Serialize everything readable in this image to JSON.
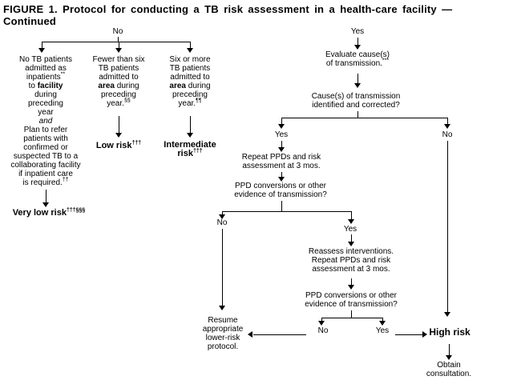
{
  "colors": {
    "ink": "#000000",
    "paper": "#ffffff"
  },
  "title": {
    "line1": "FIGURE 1. Protocol for conducting a TB risk assessment in a health-care facility —",
    "line2": "Continued"
  },
  "branch_labels": {
    "no": "No",
    "yes": "Yes"
  },
  "nodes": {
    "very_low_criteria": {
      "l1": "No TB patients",
      "l2": "admitted as",
      "l3_text": "inpatients",
      "l3_sup": "**",
      "l4_pre": "to",
      "l4_bold": "facility",
      "l5": "during",
      "l6": "preceding",
      "l7": "year",
      "l8_italic": "and",
      "l9": "Plan to refer",
      "l10": "patients with",
      "l11": "confirmed or",
      "l12": "suspected TB to a",
      "l13": "collaborating facility",
      "l14": "if inpatient care",
      "l15_text": "is required.",
      "l15_sup": "††"
    },
    "very_low_result": {
      "label": "Very low risk",
      "sup": "†††§§§"
    },
    "low_criteria": {
      "l1": "Fewer than six",
      "l2": "TB patients",
      "l3": "admitted to",
      "l4_bold": "area",
      "l4_rest": "during",
      "l5": "preceding",
      "l6_text": "year.",
      "l6_sup": "§§"
    },
    "low_result": {
      "label": "Low risk",
      "sup": "†††"
    },
    "intermediate_criteria": {
      "l1": "Six or more",
      "l2": "TB patients",
      "l3": "admitted to",
      "l4_bold": "area",
      "l4_rest": "during",
      "l5": "preceding",
      "l6_text": "year.",
      "l6_sup": "¶¶"
    },
    "intermediate_result": {
      "line1": "Intermediate",
      "line2_text": "risk",
      "sup": "†††"
    },
    "evaluate_causes": {
      "l1": "Evaluate cause(s)",
      "l2_text": "of transmission.",
      "l2_sup": "***"
    },
    "causes_identified": {
      "l1": "Cause(s) of transmission",
      "l2": "identified and corrected?"
    },
    "repeat_ppds": {
      "l1": "Repeat PPDs and risk",
      "l2": "assessment at 3 mos."
    },
    "ppd_conversions_1": {
      "l1": "PPD conversions or other",
      "l2": "evidence of transmission?"
    },
    "reassess": {
      "l1": "Reassess interventions.",
      "l2": "Repeat PPDs and risk",
      "l3": "assessment at 3 mos."
    },
    "ppd_conversions_2": {
      "l1": "PPD conversions or other",
      "l2": "evidence of transmission?"
    },
    "resume_protocol": {
      "l1": "Resume",
      "l2": "appropriate",
      "l3": "lower-risk",
      "l4": "protocol."
    },
    "high_risk": {
      "label": "High risk"
    },
    "obtain_consultation": {
      "l1": "Obtain",
      "l2": "consultation."
    }
  }
}
